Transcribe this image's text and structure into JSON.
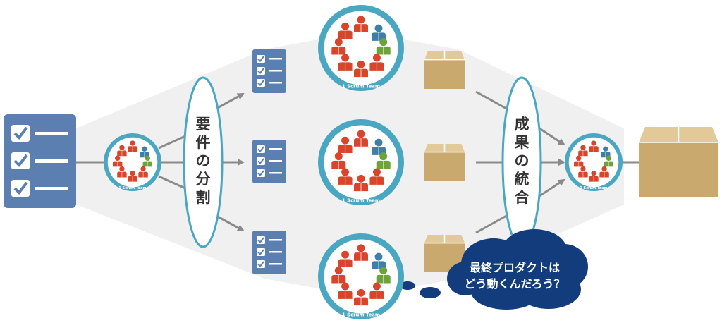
{
  "split_label": "要件の分割",
  "merge_label": "成果の統合",
  "team_label": "1 Scrum Team",
  "thought_line1": "最終プロダクトは",
  "thought_line2": "どう動くんだろう？",
  "colors": {
    "backlog": "#5b7fb0",
    "team_ring": "#4aa7c1",
    "box": "#c9a96e",
    "bubble": "#123c7c",
    "person_red": "#d9452a",
    "person_blue": "#3d7fa7",
    "person_green": "#6da33a",
    "arrow": "#8a8a8a",
    "band": "#f0f0f0"
  }
}
